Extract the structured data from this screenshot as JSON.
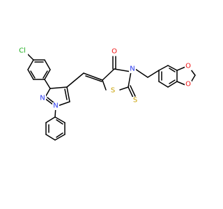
{
  "molecule": {
    "atom_labels": {
      "chlorine": "Cl",
      "pyrazole_n1": "N",
      "pyrazole_n2": "N",
      "carbonyl_o": "O",
      "thiazolidine_n": "N",
      "ring_s": "S",
      "thione_s": "S",
      "dioxole_o1": "O",
      "dioxole_o2": "O"
    },
    "colors": {
      "bond": "#000000",
      "chlorine": "#1fae1f",
      "nitrogen": "#2233ee",
      "oxygen": "#ee1111",
      "sulfur": "#c8a000"
    }
  }
}
